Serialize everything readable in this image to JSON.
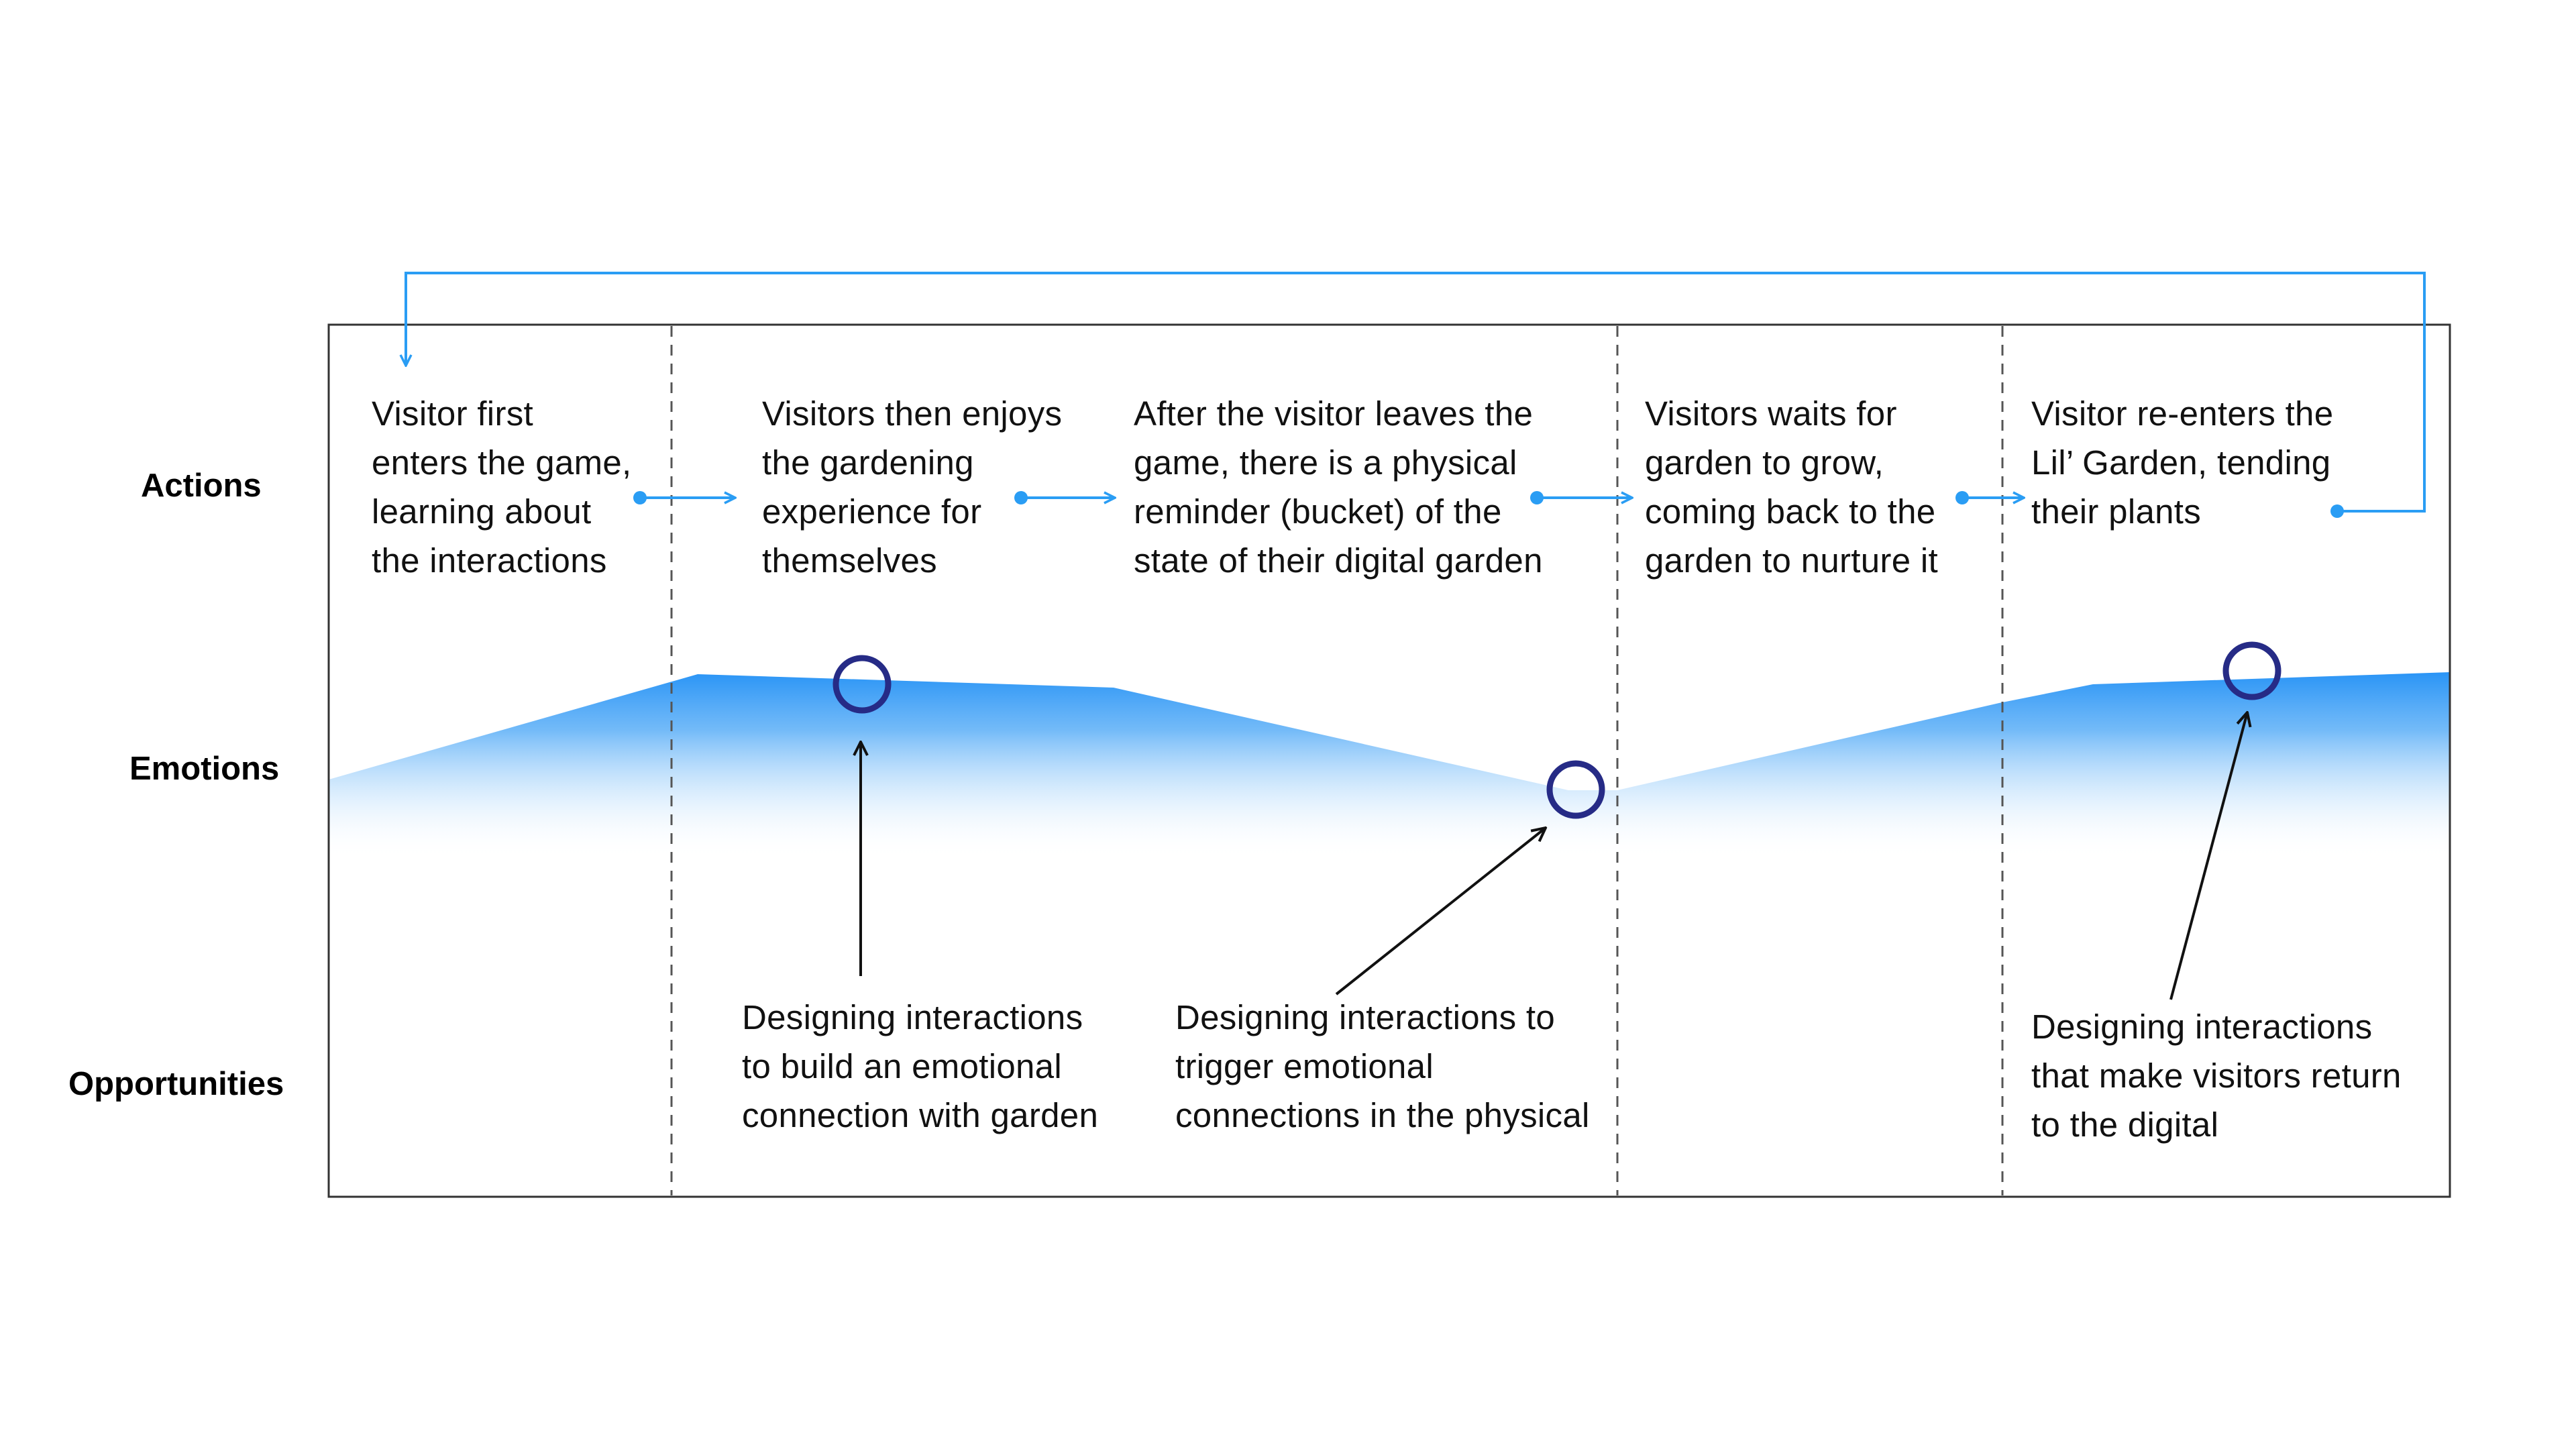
{
  "rows": {
    "actions": "Actions",
    "emotions": "Emotions",
    "opportunities": "Opportunities"
  },
  "actions": [
    "Visitor first\nenters the game,\nlearning about\nthe interactions",
    "Visitors then enjoys\nthe gardening\nexperience for\nthemselves",
    "After the visitor leaves the\ngame, there is a physical\nreminder (bucket) of the\nstate of their digital garden",
    "Visitors waits for\ngarden to grow,\ncoming back to the\ngarden to nurture it",
    "Visitor re-enters the\nLil’ Garden, tending\ntheir plants"
  ],
  "opportunities": [
    "Designing interactions\nto build an emotional\nconnection with garden",
    "Designing interactions to\ntrigger emotional\nconnections in the physical",
    "Designing interactions\nthat make visitors return\nto the digital"
  ],
  "colors": {
    "accent": "#2a9df4",
    "emotion_fill": "#1a8cf5",
    "marker": "#262b86",
    "frame": "#333333",
    "divider": "#555555"
  }
}
